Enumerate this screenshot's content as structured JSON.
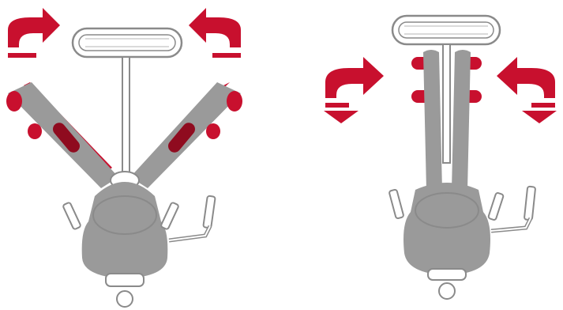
{
  "colors": {
    "arrow": "#c8102e",
    "pad": "#c8102e",
    "pad_dark": "#8f0b1f",
    "figure": "#9a9a9a",
    "outline": "#8a8a8a",
    "metal": "#b4b4b4"
  },
  "panels": [
    {
      "id": "abducted",
      "description_icon": "legs-spread-apart-icon"
    },
    {
      "id": "adducted",
      "description_icon": "legs-together-icon"
    }
  ],
  "arrows": [
    {
      "panel": "abducted",
      "side": "left",
      "direction": "outward",
      "icon": "curved-arrow-right-icon"
    },
    {
      "panel": "abducted",
      "side": "right",
      "direction": "outward",
      "icon": "curved-arrow-left-icon"
    },
    {
      "panel": "adducted",
      "side": "left",
      "direction": "inward",
      "icon": "curved-arrow-right-icon"
    },
    {
      "panel": "adducted",
      "side": "right",
      "direction": "inward",
      "icon": "curved-arrow-left-icon"
    }
  ]
}
